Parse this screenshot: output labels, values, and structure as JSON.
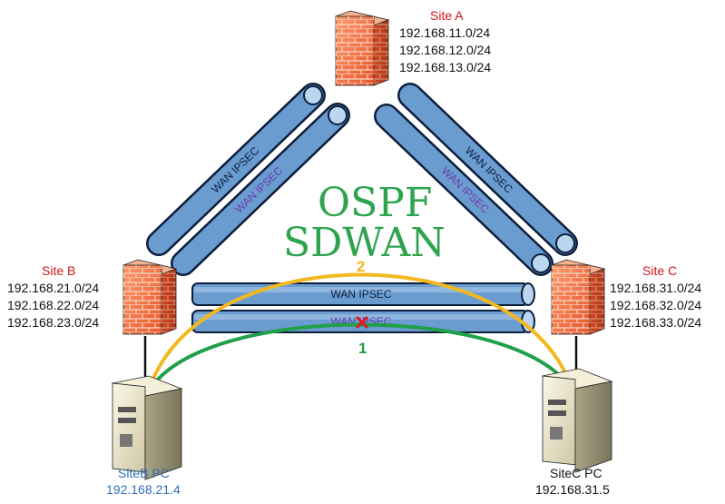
{
  "title_lines": [
    "OSPF",
    "SDWAN"
  ],
  "tunnel_label": "WAN IPSEC",
  "sites": {
    "a": {
      "name": "Site A",
      "subnets": [
        "192.168.11.0/24",
        "192.168.12.0/24",
        "192.168.13.0/24"
      ]
    },
    "b": {
      "name": "Site B",
      "subnets": [
        "192.168.21.0/24",
        "192.168.22.0/24",
        "192.168.23.0/24"
      ]
    },
    "c": {
      "name": "Site C",
      "subnets": [
        "192.168.31.0/24",
        "192.168.32.0/24",
        "192.168.33.0/24"
      ]
    }
  },
  "pcs": {
    "b": {
      "name": "SiteB PC",
      "ip": "192.168.21.4"
    },
    "c": {
      "name": "SiteC PC",
      "ip": "192.168.31.5"
    }
  },
  "paths": [
    {
      "label": "1",
      "color": "#20a04a",
      "status": "failed"
    },
    {
      "label": "2",
      "color": "#f2b81e",
      "status": "active"
    }
  ],
  "colors": {
    "site_title": "#d01818",
    "tunnel_fill": "#6a9cd0",
    "tunnel_stroke": "#0c1e3c",
    "firewall": "#f07040",
    "title": "#2ea44f"
  },
  "icons": [
    "firewall-icon",
    "server-pc-icon",
    "fail-x-icon"
  ]
}
